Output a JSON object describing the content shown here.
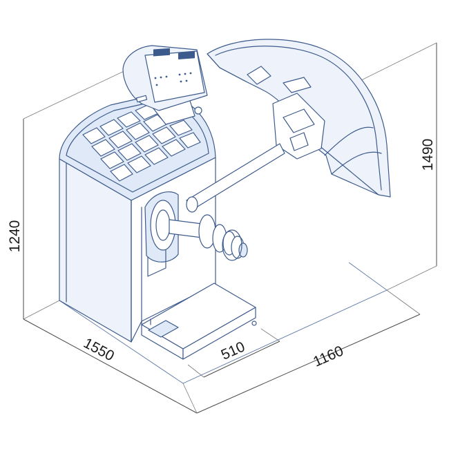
{
  "dimensions": {
    "height_overall": "1490",
    "height_body": "1240",
    "width": "1550",
    "depth": "1160",
    "base": "510"
  },
  "colors": {
    "line": "#3c5a8c",
    "fill": "#eef3fb",
    "dimension_text": "#1a1a1a"
  }
}
